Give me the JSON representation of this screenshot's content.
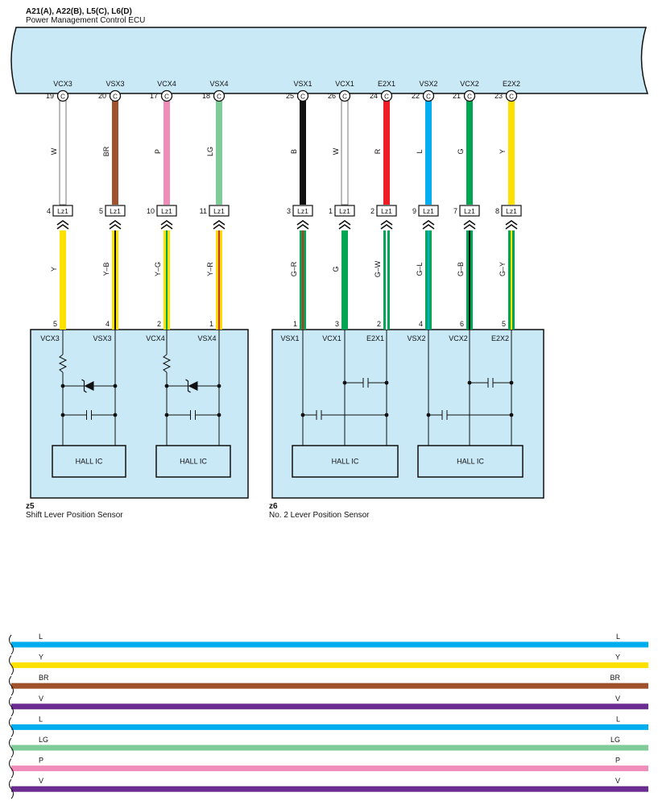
{
  "ecu": {
    "code": "A21(A), A22(B), L5(C), L6(D)",
    "name": "Power Management Control ECU"
  },
  "connector_label": "Lz1",
  "colors": {
    "W": "#ffffff",
    "BR": "#a0522d",
    "P": "#f08cb9",
    "LG": "#7fcc99",
    "B": "#111111",
    "R": "#ee1c25",
    "L": "#00aeef",
    "G": "#00a651",
    "Y": "#ffe100",
    "V": "#6a2c91",
    "box": "#c9e9f7"
  },
  "upper_wires": [
    {
      "signal": "VCX3",
      "pin": "19",
      "conn": "C",
      "color": "W",
      "lz_pin": "4"
    },
    {
      "signal": "VSX3",
      "pin": "20",
      "conn": "C",
      "color": "BR",
      "lz_pin": "5"
    },
    {
      "signal": "VCX4",
      "pin": "17",
      "conn": "C",
      "color": "P",
      "lz_pin": "10"
    },
    {
      "signal": "VSX4",
      "pin": "18",
      "conn": "C",
      "color": "LG",
      "lz_pin": "11"
    },
    {
      "signal": "VSX1",
      "pin": "25",
      "conn": "C",
      "color": "B",
      "lz_pin": "3"
    },
    {
      "signal": "VCX1",
      "pin": "26",
      "conn": "C",
      "color": "W",
      "lz_pin": "1"
    },
    {
      "signal": "E2X1",
      "pin": "24",
      "conn": "C",
      "color": "R",
      "lz_pin": "2"
    },
    {
      "signal": "VSX2",
      "pin": "22",
      "conn": "C",
      "color": "L",
      "lz_pin": "9"
    },
    {
      "signal": "VCX2",
      "pin": "21",
      "conn": "C",
      "color": "G",
      "lz_pin": "7"
    },
    {
      "signal": "E2X2",
      "pin": "23",
      "conn": "C",
      "color": "Y",
      "lz_pin": "8"
    }
  ],
  "lower_wires": [
    {
      "color": "Y",
      "label": "Y",
      "sensor_pin": "5"
    },
    {
      "color": "Y",
      "label": "Y–B",
      "stripe": "B",
      "sensor_pin": "4"
    },
    {
      "color": "Y",
      "label": "Y–G",
      "stripe": "G",
      "sensor_pin": "2"
    },
    {
      "color": "Y",
      "label": "Y–R",
      "stripe": "R",
      "sensor_pin": "1"
    },
    {
      "color": "G",
      "label": "G–R",
      "stripe": "R",
      "sensor_pin": "1"
    },
    {
      "color": "G",
      "label": "G",
      "sensor_pin": "3"
    },
    {
      "color": "G",
      "label": "G–W",
      "stripe": "W",
      "sensor_pin": "2"
    },
    {
      "color": "G",
      "label": "G–L",
      "stripe": "L",
      "sensor_pin": "4"
    },
    {
      "color": "G",
      "label": "G–B",
      "stripe": "B",
      "sensor_pin": "6"
    },
    {
      "color": "G",
      "label": "G–Y",
      "stripe": "Y",
      "sensor_pin": "5"
    }
  ],
  "sensor_z5": {
    "code": "z5",
    "name": "Shift Lever Position Sensor",
    "terminals": [
      "VCX3",
      "VSX3",
      "VCX4",
      "VSX4"
    ],
    "ic_label": "HALL IC"
  },
  "sensor_z6": {
    "code": "z6",
    "name": "No.  2 Lever Position Sensor",
    "terminals": [
      "VSX1",
      "VCX1",
      "E2X1",
      "VSX2",
      "VCX2",
      "E2X2"
    ],
    "ic_label": "HALL IC"
  },
  "legend_bars": [
    {
      "label": "L",
      "color": "L"
    },
    {
      "label": "Y",
      "color": "Y"
    },
    {
      "label": "BR",
      "color": "BR"
    },
    {
      "label": "V",
      "color": "V"
    },
    {
      "label": "L",
      "color": "L"
    },
    {
      "label": "LG",
      "color": "LG"
    },
    {
      "label": "P",
      "color": "P"
    },
    {
      "label": "V",
      "color": "V"
    }
  ]
}
